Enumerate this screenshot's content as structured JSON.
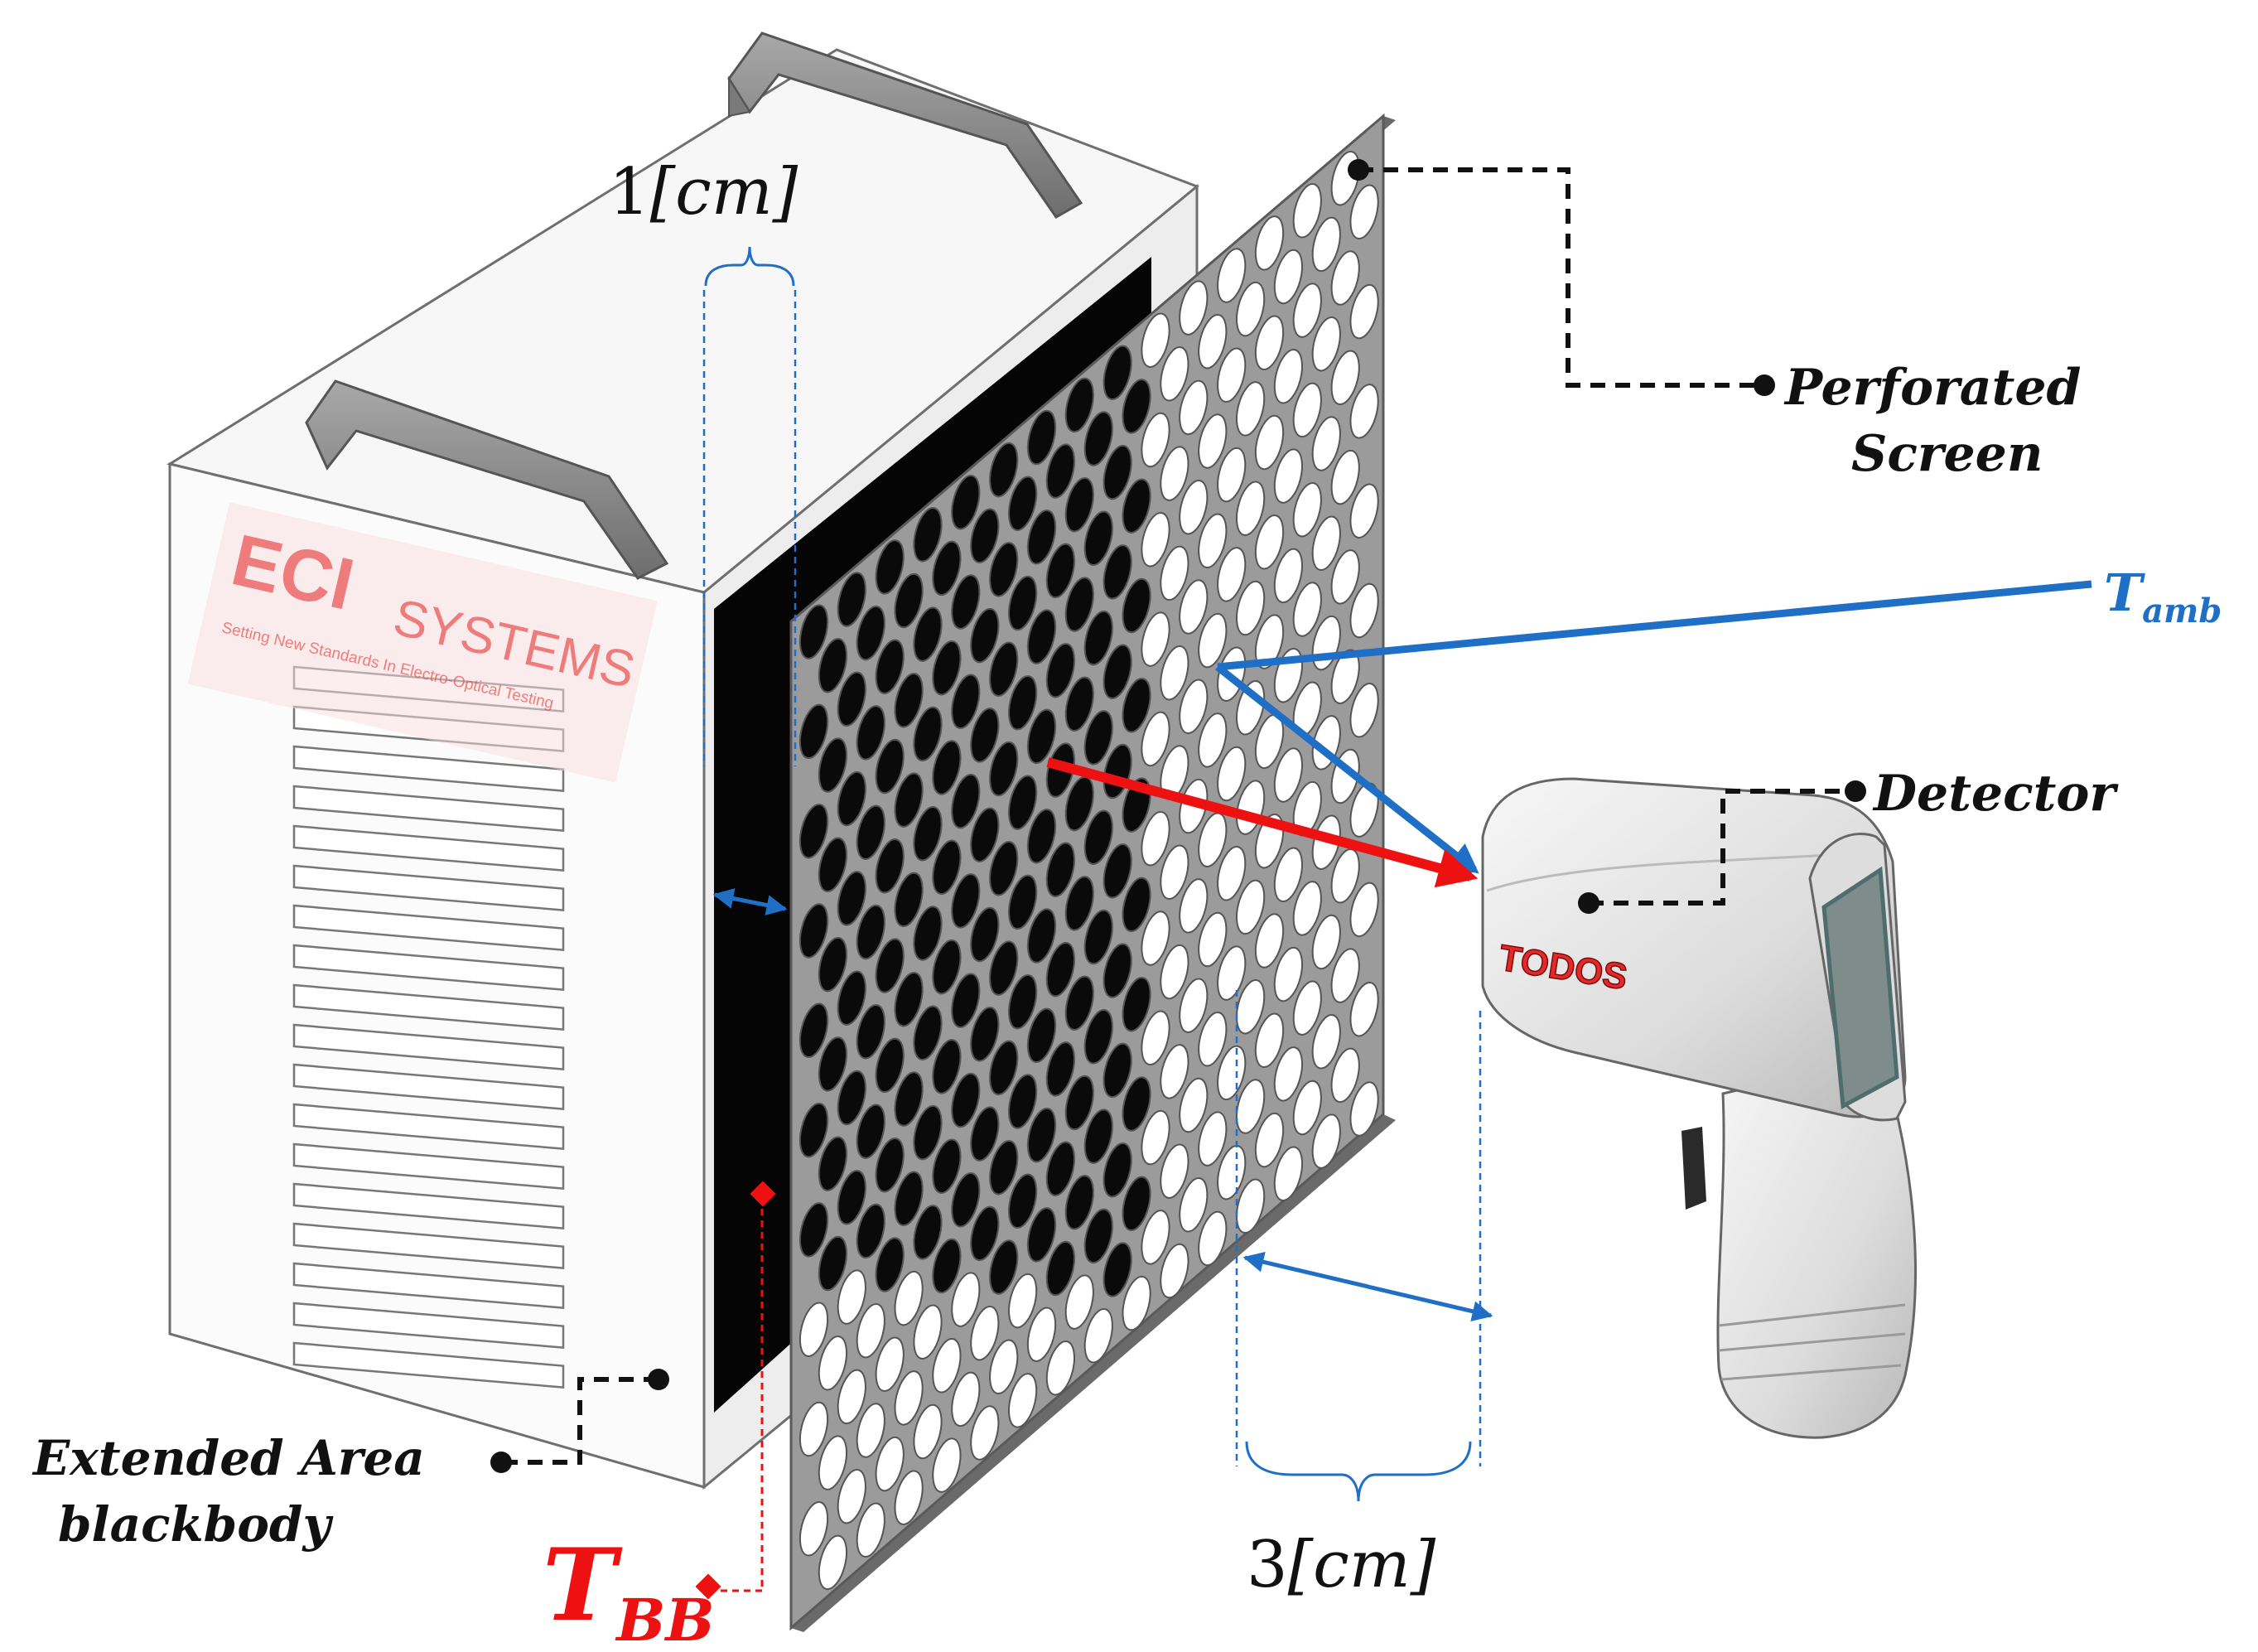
{
  "labels": {
    "perforated_screen_line1": "Perforated",
    "perforated_screen_line2": "Screen",
    "detector": "Detector",
    "blackbody_line1": "Extended Area",
    "blackbody_line2": "blackbody",
    "t_amb_main": "T",
    "t_amb_sub": "amb",
    "t_bb_main": "T",
    "t_bb_sub": "BB",
    "dim_top_num": "1",
    "dim_top_unit": "[cm]",
    "dim_bottom_num": "3",
    "dim_bottom_unit": "[cm]"
  },
  "logos": {
    "eci_mark": "ECI",
    "eci_word": "SYSTEMS",
    "eci_tagline": "Setting New Standards In Electro-Optical Testing",
    "todos": "TODOS"
  },
  "colors": {
    "blue": "#1f6fc6",
    "red": "#ee1111",
    "leader": "#111111",
    "screen": "#9a9a9a",
    "housing": "#f4f4f4",
    "handle": "#8c8c8c",
    "logo": "#ee6666"
  }
}
